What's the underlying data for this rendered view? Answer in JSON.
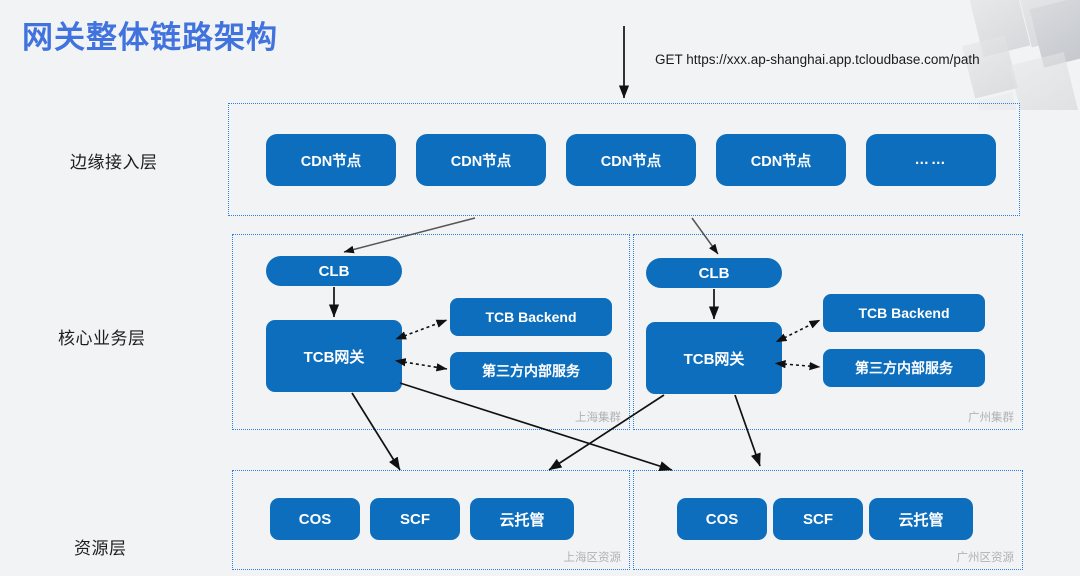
{
  "page": {
    "title": "网关整体链路架构",
    "accent_title_color": "#4073dd",
    "node_color": "#0d6ebd",
    "panel_border_color": "#2f7fe0",
    "background_color": "#f2f3f4"
  },
  "request": {
    "label": "GET https://xxx.ap-shanghai.app.tcloudbase.com/path"
  },
  "layers": [
    {
      "id": "edge",
      "label": "边缘接入层"
    },
    {
      "id": "core",
      "label": "核心业务层"
    },
    {
      "id": "resource",
      "label": "资源层"
    }
  ],
  "edge_layer": {
    "nodes": [
      {
        "label": "CDN节点"
      },
      {
        "label": "CDN节点"
      },
      {
        "label": "CDN节点"
      },
      {
        "label": "CDN节点"
      },
      {
        "label": "……"
      }
    ]
  },
  "core_layer": {
    "clusters": [
      {
        "id": "shanghai",
        "tag": "上海集群",
        "clb": "CLB",
        "gateway": "TCB网关",
        "backend": "TCB Backend",
        "third_party": "第三方内部服务"
      },
      {
        "id": "guangzhou",
        "tag": "广州集群",
        "clb": "CLB",
        "gateway": "TCB网关",
        "backend": "TCB Backend",
        "third_party": "第三方内部服务"
      }
    ]
  },
  "resource_layer": {
    "regions": [
      {
        "id": "shanghai",
        "tag": "上海区资源",
        "nodes": [
          {
            "label": "COS"
          },
          {
            "label": "SCF"
          },
          {
            "label": "云托管"
          }
        ]
      },
      {
        "id": "guangzhou",
        "tag": "广州区资源",
        "nodes": [
          {
            "label": "COS"
          },
          {
            "label": "SCF"
          },
          {
            "label": "云托管"
          }
        ]
      }
    ]
  },
  "connections": {
    "solid_arrows": [
      {
        "from": "request-entry",
        "to": "edge-layer"
      },
      {
        "from": "cdn-layer",
        "to": "clb-shanghai"
      },
      {
        "from": "cdn-layer",
        "to": "clb-guangzhou"
      },
      {
        "from": "clb-shanghai",
        "to": "gateway-shanghai"
      },
      {
        "from": "clb-guangzhou",
        "to": "gateway-guangzhou"
      },
      {
        "from": "gateway-shanghai",
        "to": "resource-shanghai"
      },
      {
        "from": "gateway-shanghai",
        "to": "resource-guangzhou"
      },
      {
        "from": "gateway-guangzhou",
        "to": "resource-shanghai"
      },
      {
        "from": "gateway-guangzhou",
        "to": "resource-guangzhou"
      }
    ],
    "dashed_bidirectional": [
      {
        "between": [
          "gateway-shanghai",
          "backend-shanghai"
        ]
      },
      {
        "between": [
          "gateway-shanghai",
          "third-party-shanghai"
        ]
      },
      {
        "between": [
          "gateway-guangzhou",
          "backend-guangzhou"
        ]
      },
      {
        "between": [
          "gateway-guangzhou",
          "third-party-guangzhou"
        ]
      }
    ]
  }
}
